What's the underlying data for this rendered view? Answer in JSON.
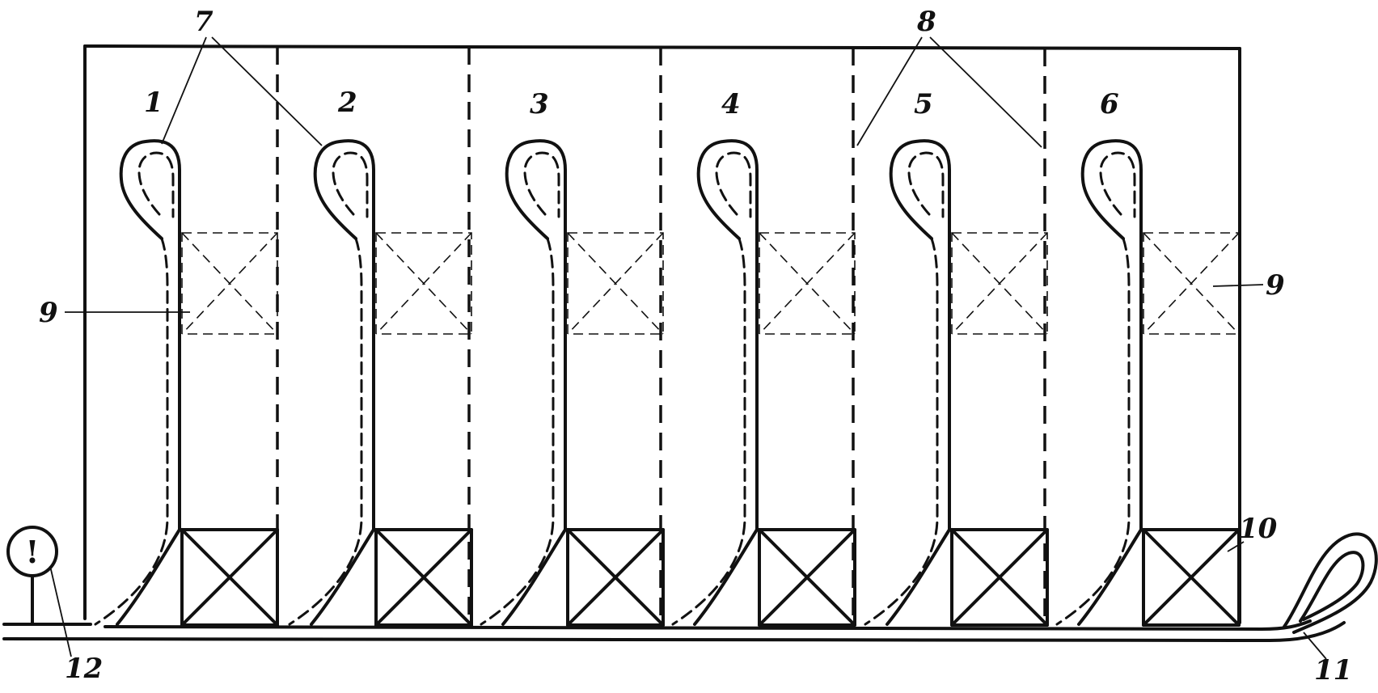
{
  "bay_labels": [
    "1",
    "2",
    "3",
    "4",
    "5",
    "6"
  ],
  "callouts": {
    "turning_loop": "7",
    "partition": "8",
    "storage_left": "9",
    "storage_right": "9",
    "loading_block": "10",
    "end_loop": "11",
    "signal": "12"
  },
  "signal_symbol": "!"
}
